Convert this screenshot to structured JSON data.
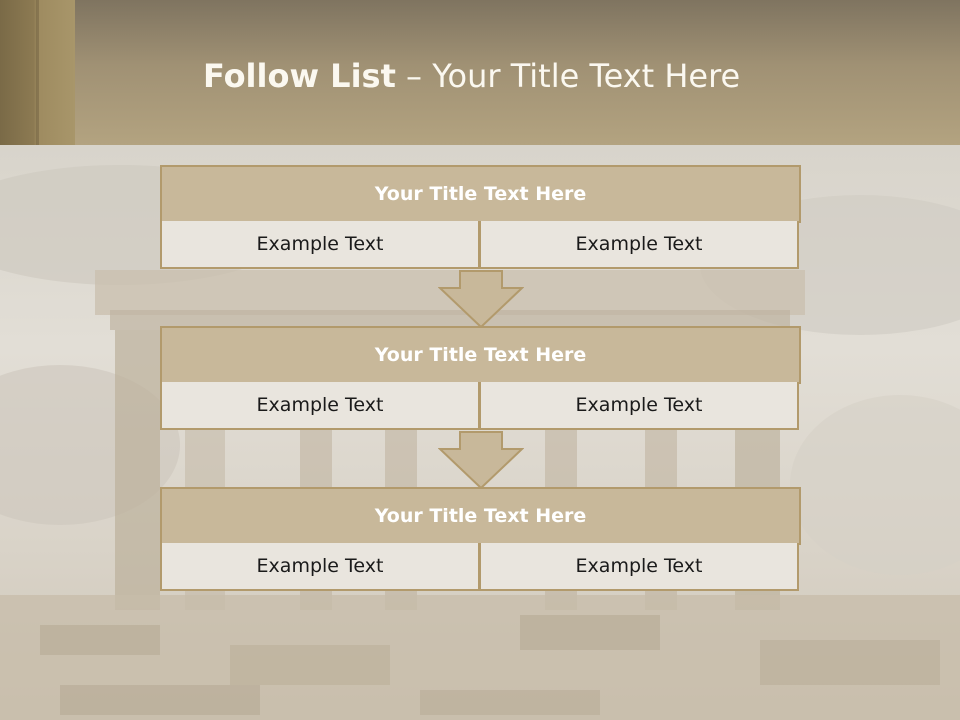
{
  "slide": {
    "title_bold": "Follow List",
    "title_rest": " – Your Title Text Here"
  },
  "blocks": [
    {
      "title": "Your Title Text Here",
      "left": "Example Text",
      "right": "Example Text"
    },
    {
      "title": "Your Title Text Here",
      "left": "Example Text",
      "right": "Example Text"
    },
    {
      "title": "Your Title Text Here",
      "left": "Example Text",
      "right": "Example Text"
    }
  ],
  "colors": {
    "header": "#a09174",
    "box_title_fill": "#c8b89a",
    "box_border": "#b29a6c",
    "cell_fill": "#e9e5de"
  }
}
